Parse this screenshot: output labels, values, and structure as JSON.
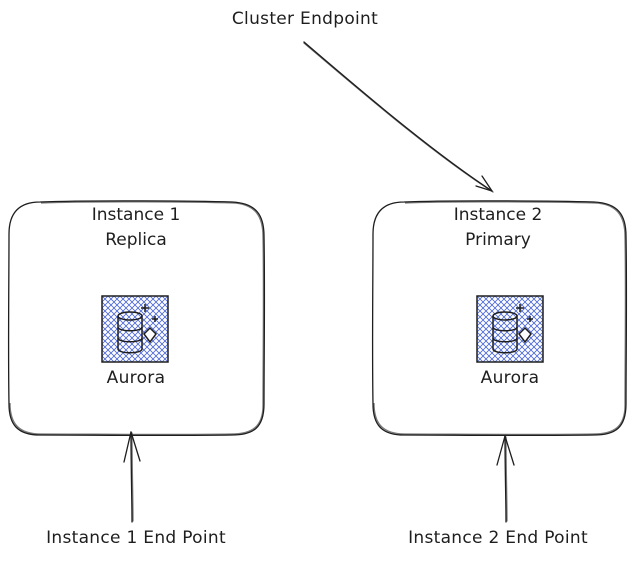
{
  "diagram": {
    "cluster_endpoint_label": "Cluster Endpoint",
    "instance1": {
      "title": "Instance 1",
      "role": "Replica",
      "service_icon": "aurora-database-icon",
      "service_label": "Aurora",
      "endpoint_label": "Instance 1 End Point"
    },
    "instance2": {
      "title": "Instance 2",
      "role": "Primary",
      "service_icon": "aurora-database-icon",
      "service_label": "Aurora",
      "endpoint_label": "Instance 2 End Point"
    },
    "colors": {
      "stroke": "#1e1e1e",
      "icon_hatch": "#4a66d8",
      "background": "#ffffff"
    }
  }
}
